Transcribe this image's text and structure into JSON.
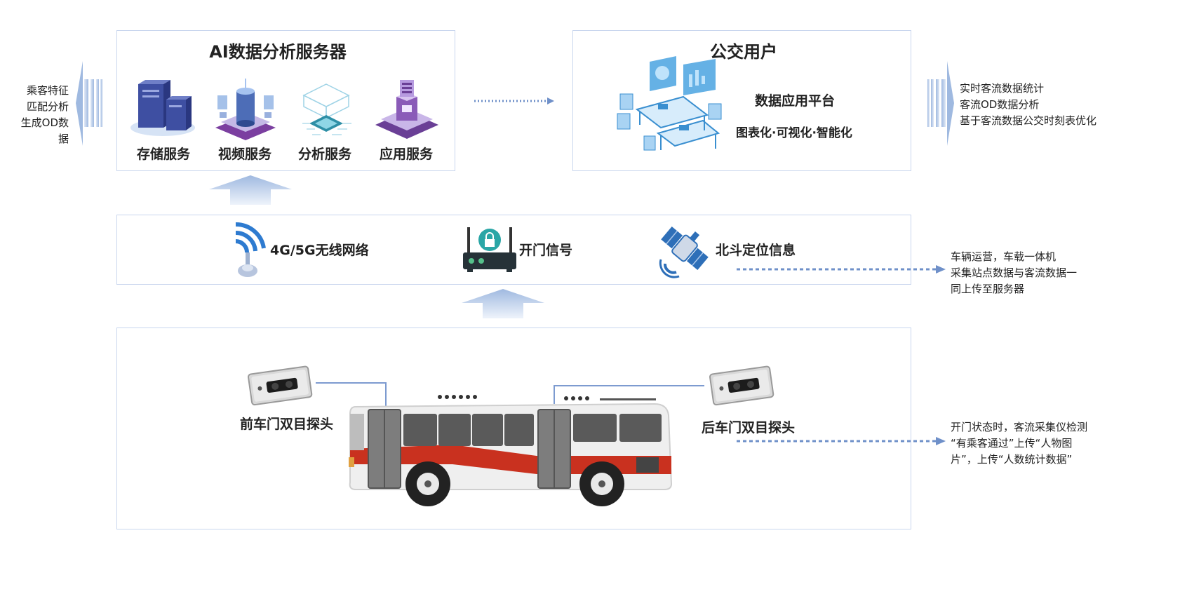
{
  "left_note": {
    "lines": [
      "乘客特征",
      "匹配分析",
      "生成OD数据"
    ]
  },
  "server_panel": {
    "title": "AI数据分析服务器",
    "services": [
      {
        "label": "存储服务",
        "icon": "storage-server-icon"
      },
      {
        "label": "视频服务",
        "icon": "video-server-icon"
      },
      {
        "label": "分析服务",
        "icon": "analysis-chip-icon"
      },
      {
        "label": "应用服务",
        "icon": "application-server-icon"
      }
    ]
  },
  "user_panel": {
    "title": "公交用户",
    "platform": "数据应用平台",
    "features": "图表化·可视化·智能化"
  },
  "right_note": {
    "lines": [
      "实时客流数据统计",
      "客流OD数据分析",
      "基于客流数据公交时刻表优化"
    ]
  },
  "network_panel": {
    "items": [
      {
        "label": "4G/5G无线网络",
        "icon": "wireless-antenna-icon"
      },
      {
        "label": "开门信号",
        "icon": "router-lock-icon"
      },
      {
        "label": "北斗定位信息",
        "icon": "satellite-icon"
      }
    ]
  },
  "upload_note": {
    "lines": [
      "车辆运营，车载一体机",
      "采集站点数据与客流数据一",
      "同上传至服务器"
    ]
  },
  "bus_panel": {
    "front_camera": "前车门双目探头",
    "rear_camera": "后车门双目探头"
  },
  "door_note": {
    "lines": [
      "开门状态时，客流采集仪检测",
      "“有乘客通过”上传“人物图",
      "片”，上传“人数统计数据”"
    ]
  },
  "colors": {
    "border": "#c9d6ee",
    "arrow": "#9fb9e0",
    "dotted_line": "#6f90c9",
    "bus_red": "#c9311f",
    "bus_gray": "#7d7d7d"
  }
}
